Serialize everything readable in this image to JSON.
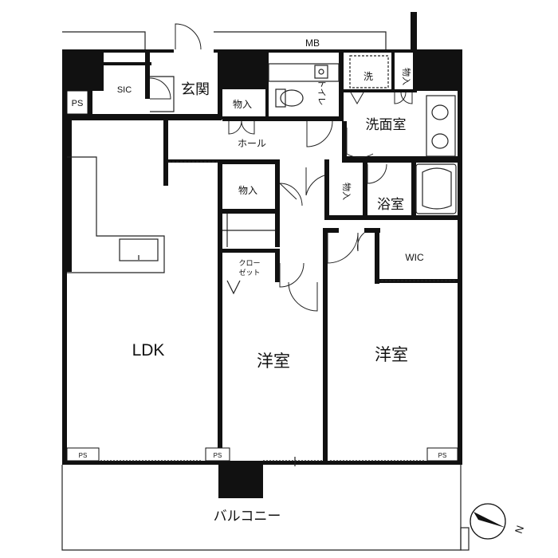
{
  "floorplan": {
    "rooms": {
      "ldk": "LDK",
      "bedroom_center": "洋室",
      "bedroom_right": "洋室",
      "entrance": "玄関",
      "washroom": "洗面室",
      "bathroom": "浴室",
      "toilet": "トイレ",
      "hall": "ホール",
      "balcony": "バルコニー",
      "sic": "SIC",
      "wic": "WIC",
      "mb": "MB"
    },
    "storage": {
      "toilet_storage": "物入",
      "hall_storage": "物入",
      "storage_top_right": "物入",
      "storage_bath": "物入",
      "closet_line1": "クロー",
      "closet_line2": "ゼット"
    },
    "ps_labels": [
      "PS",
      "PS",
      "PS",
      "PS"
    ],
    "washer_mark": "洗",
    "compass": {
      "label": "N"
    }
  }
}
